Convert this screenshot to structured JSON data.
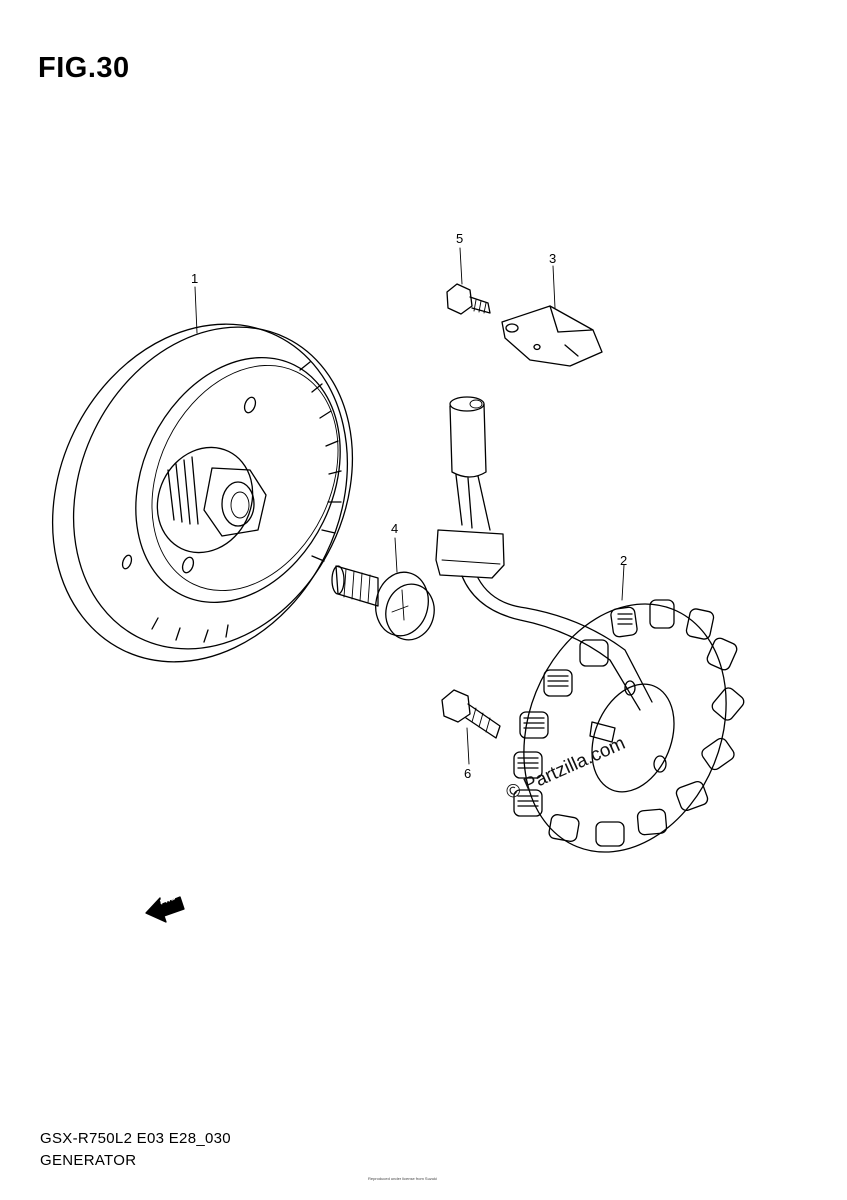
{
  "figure": {
    "title": "FIG.30",
    "model_code": "GSX-R750L2 E03 E28_030",
    "section_name": "GENERATOR"
  },
  "callouts": [
    {
      "id": "1",
      "label": "1"
    },
    {
      "id": "2",
      "label": "2"
    },
    {
      "id": "3",
      "label": "3"
    },
    {
      "id": "4",
      "label": "4"
    },
    {
      "id": "5",
      "label": "5"
    },
    {
      "id": "6",
      "label": "6"
    }
  ],
  "direction_arrow": {
    "label": "FWD",
    "icon": "forward-arrow-icon"
  },
  "watermark": "© Partzilla.com",
  "copyright_note": "Reproduced under license from Suzuki"
}
